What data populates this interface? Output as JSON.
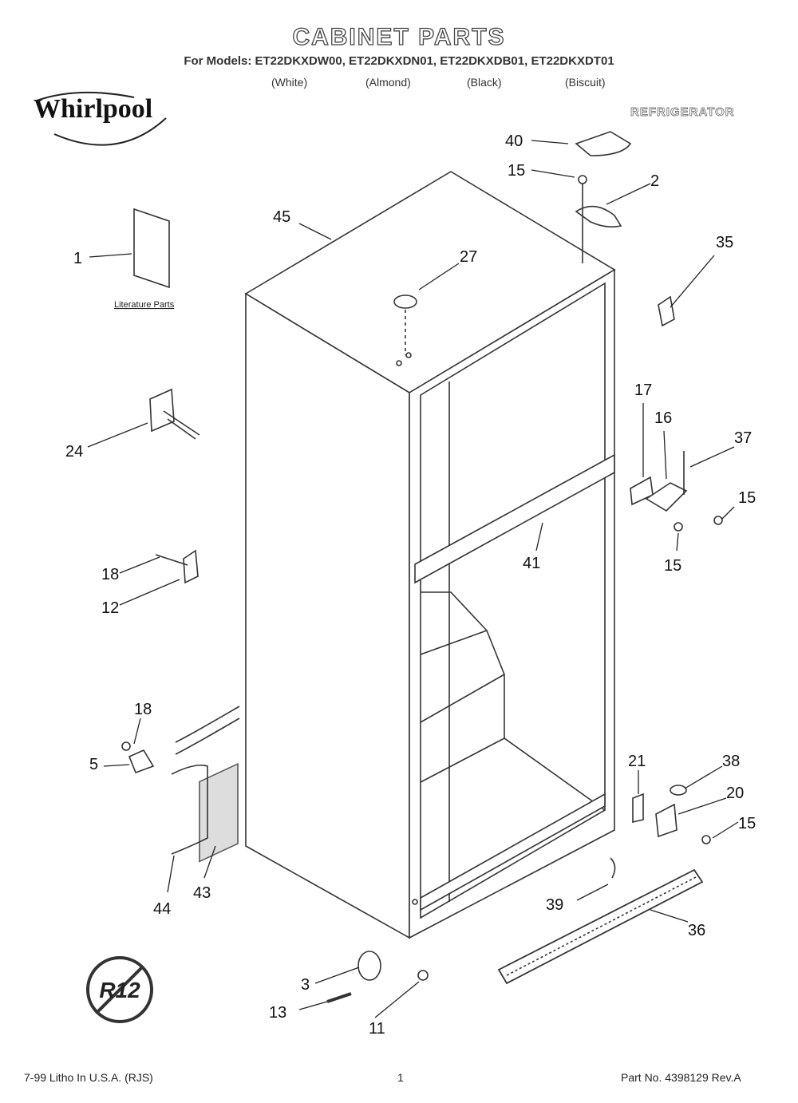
{
  "header": {
    "title": "CABINET PARTS",
    "models": "For Models: ET22DKXDW00, ET22DKXDN01, ET22DKXDB01, ET22DKXDT01",
    "colors": [
      "(White)",
      "(Almond)",
      "(Black)",
      "(Biscuit)"
    ],
    "brand": "Whirlpool",
    "category": "REFRIGERATOR"
  },
  "literature_label": "Literature Parts",
  "r12_label": "R12",
  "callouts": {
    "c40": "40",
    "c15a": "15",
    "c2": "2",
    "c45": "45",
    "c27": "27",
    "c35": "35",
    "c1": "1",
    "c24": "24",
    "c17": "17",
    "c16": "16",
    "c37": "37",
    "c15b": "15",
    "c15c": "15",
    "c41": "41",
    "c18a": "18",
    "c12": "12",
    "c18b": "18",
    "c5": "5",
    "c21": "21",
    "c38": "38",
    "c20": "20",
    "c15d": "15",
    "c44": "44",
    "c43": "43",
    "c39": "39",
    "c36": "36",
    "c3": "3",
    "c13": "13",
    "c11": "11"
  },
  "footer": {
    "left": "7-99 Litho In U.S.A. (RJS)",
    "center": "1",
    "right": "Part No. 4398129 Rev.A"
  }
}
